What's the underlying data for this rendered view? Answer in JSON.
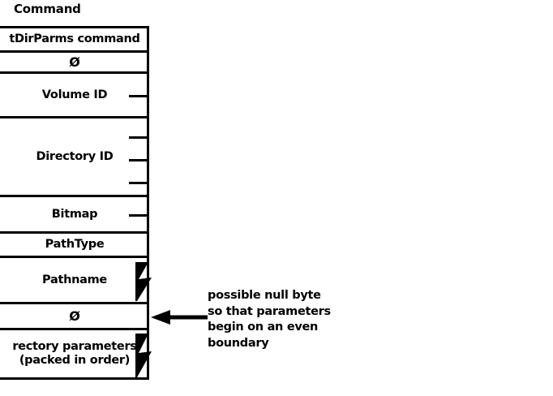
{
  "diagram": {
    "title": "Command",
    "type": "packet-structure",
    "rows": [
      {
        "id": "command-code",
        "label": "tDirParms command",
        "clipped_left": true,
        "height": 30,
        "ticks": 0,
        "zigzag": false
      },
      {
        "id": "pad-zero-1",
        "label": "Ø",
        "clipped_left": false,
        "height": 26,
        "ticks": 0,
        "zigzag": false
      },
      {
        "id": "volume-id",
        "label": "Volume ID",
        "clipped_left": false,
        "height": 55,
        "ticks": 1,
        "zigzag": false
      },
      {
        "id": "directory-id",
        "label": "Directory ID",
        "clipped_left": false,
        "height": 97,
        "ticks": 3,
        "zigzag": false
      },
      {
        "id": "bitmap",
        "label": "Bitmap",
        "clipped_left": false,
        "height": 45,
        "ticks": 1,
        "zigzag": false
      },
      {
        "id": "path-type",
        "label": "PathType",
        "clipped_left": false,
        "height": 30,
        "ticks": 0,
        "zigzag": false
      },
      {
        "id": "pathname",
        "label": "Pathname",
        "clipped_left": false,
        "height": 57,
        "ticks": 0,
        "zigzag": true
      },
      {
        "id": "pad-zero-2",
        "label": "Ø",
        "clipped_left": false,
        "height": 32,
        "ticks": 0,
        "zigzag": false
      },
      {
        "id": "directory-parameters",
        "label": "rectory parameters\n(packed in order)",
        "clipped_left": true,
        "height": 61,
        "ticks": 0,
        "zigzag": true
      }
    ],
    "annotation": {
      "id": "null-byte-note",
      "text": "possible null byte\nso that parameters\nbegin on an even\nboundary",
      "points_to_row": "pad-zero-2"
    },
    "colors": {
      "ink": "#000000",
      "background": "#ffffff"
    }
  }
}
